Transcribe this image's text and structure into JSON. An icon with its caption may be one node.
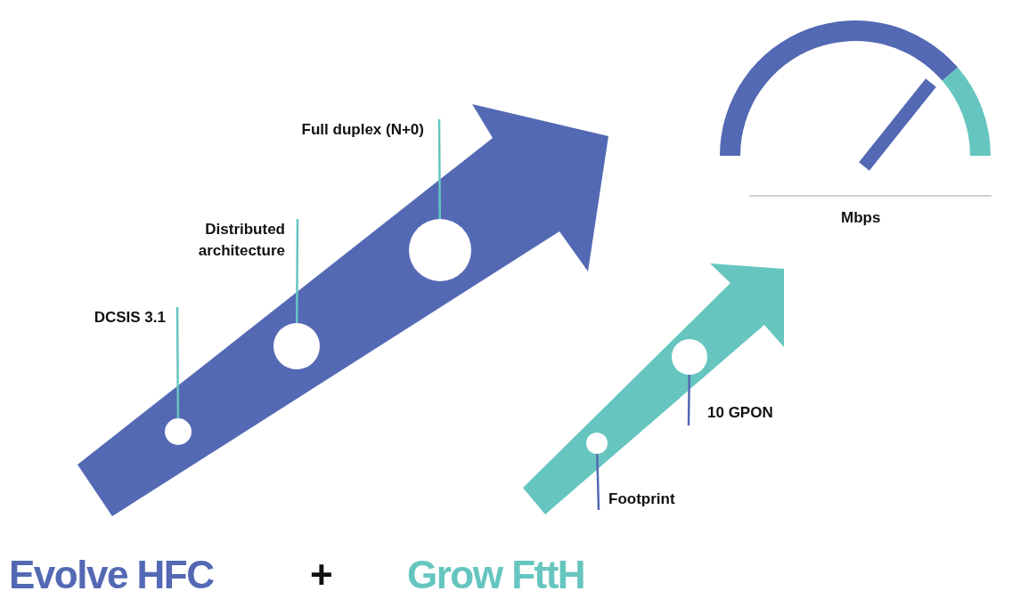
{
  "diagram": {
    "nodes": [
      {
        "text": [
          "DCSIS 3.1"
        ]
      },
      {
        "text": [],
        "shape": "circle"
      },
      {
        "text": [
          "Distributed architecture"
        ]
      },
      {
        "text": [],
        "shape": "circle"
      },
      {
        "text": [
          "Full duplex (N+0)"
        ]
      },
      {
        "text": [],
        "shape": "circle"
      },
      {
        "text": [],
        "shape": "circle"
      },
      {
        "text": [
          "Footprint"
        ]
      },
      {
        "text": [],
        "shape": "circle"
      },
      {
        "text": [
          "10 GPON"
        ]
      }
    ],
    "edges": [
      {
        "from": 0,
        "to": 1,
        "arrow": "none"
      },
      {
        "from": 2,
        "to": 3,
        "arrow": "none"
      },
      {
        "from": 4,
        "to": 5,
        "arrow": "none"
      },
      {
        "from": 7,
        "to": 6,
        "arrow": "none",
        "color": "#5469b4"
      },
      {
        "from": 9,
        "to": 8,
        "arrow": "none",
        "color": "#5469b4"
      }
    ],
    "labels": [
      "Mbps",
      "Evolve HFC",
      "+",
      "Grow FttH"
    ]
  }
}
